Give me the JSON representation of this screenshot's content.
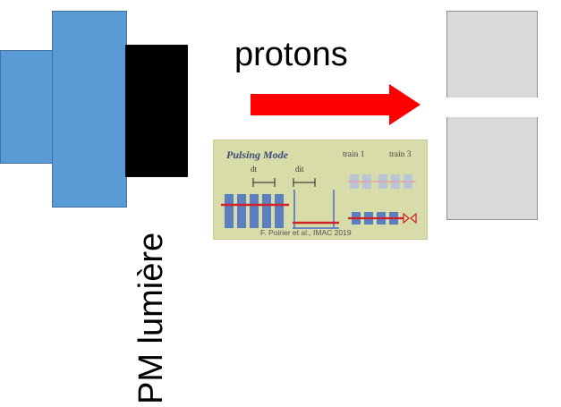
{
  "labels": {
    "protons": "protons",
    "pm": "PM lumière"
  },
  "inset": {
    "title": "Pulsing Mode",
    "dt": "dt",
    "dit": "dit",
    "train1": "train 1",
    "train3": "train 3",
    "credit": "F. Poirier et al., IMAC 2019"
  },
  "colors": {
    "pm_blue": "#5b9bd5",
    "pm_window": "#000000",
    "beam_arrow": "#ff0000",
    "target_gray": "#d9d9d9",
    "inset_bg": "#d8dca8"
  }
}
